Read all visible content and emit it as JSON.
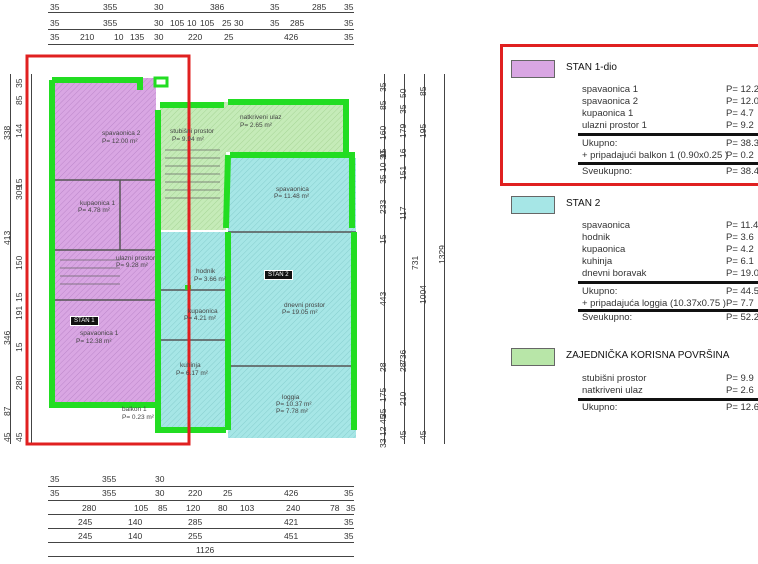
{
  "top_dims": {
    "row1": [
      "35",
      "355",
      "30",
      "386",
      "35",
      "285",
      "35"
    ],
    "row2": [
      "35",
      "355",
      "30",
      "105",
      "10",
      "105",
      "25",
      "30",
      "35",
      "285",
      "35"
    ],
    "row3": [
      "35",
      "210",
      "10",
      "135",
      "30",
      "220",
      "25",
      "426",
      "35"
    ]
  },
  "bottom_dims": {
    "row1": [
      "35",
      "355",
      "30"
    ],
    "row2": [
      "35",
      "355",
      "30",
      "220",
      "25",
      "426",
      "35"
    ],
    "row3": [
      "280",
      "105",
      "85",
      "120",
      "80",
      "103",
      "240",
      "78",
      "35"
    ],
    "row4": [
      "245",
      "140",
      "285",
      "421",
      "35"
    ],
    "row5": [
      "245",
      "140",
      "255",
      "451",
      "35"
    ],
    "total": "1126"
  },
  "left_dims": [
    "35",
    "85",
    "338",
    "144",
    "15",
    "309",
    "413",
    "150",
    "15",
    "191",
    "346",
    "15",
    "280",
    "87",
    "45",
    "45"
  ],
  "right_dims_a": [
    "35",
    "85",
    "160",
    "15",
    "10",
    "30",
    "35",
    "233",
    "15",
    "443",
    "28",
    "175",
    "45",
    "12",
    "33",
    "35"
  ],
  "right_dims_b": [
    "50",
    "35",
    "179",
    "16",
    "151",
    "117",
    "731",
    "28",
    "210",
    "45"
  ],
  "right_dims_c": [
    "85",
    "195",
    "1004",
    "736",
    "45"
  ],
  "right_total": "1329",
  "rooms": {
    "spavaonica2": {
      "name": "spavaonica 2",
      "area": "P= 12.00 m²"
    },
    "kupaonica1": {
      "name": "kupaonica 1",
      "area": "P= 4.78 m²"
    },
    "ulazni": {
      "name": "ulazni prostor",
      "area": "P= 9.28 m²"
    },
    "spavaonica1": {
      "name": "spavaonica 1",
      "area": "P= 12.38 m²"
    },
    "balkon": {
      "name": "balkon 1",
      "area": "P= 0.23 m²"
    },
    "stubisni": {
      "name": "stubišni prostor",
      "area": "P= 9.94 m²"
    },
    "natkriveni": {
      "name": "natkriveni ulaz",
      "area": "P= 2.65 m²"
    },
    "spavaonica": {
      "name": "spavaonica",
      "area": "P= 11.48 m²"
    },
    "hodnik": {
      "name": "hodnik",
      "area": "P= 3.66 m²"
    },
    "kupaonica": {
      "name": "kupaonica",
      "area": "P= 4.21 m²"
    },
    "dnevni": {
      "name": "dnevni prostor",
      "area": "P= 19.05 m²"
    },
    "kuhinja": {
      "name": "kuhinja",
      "area": "P= 6.17 m²"
    },
    "loggia": {
      "name": "loggia",
      "area": "P= 10.37 m²",
      "area2": "P= 7.78 m²"
    }
  },
  "tags": {
    "stan1": "STAN 1",
    "stan2": "STAN 2"
  },
  "legend": {
    "stan1": {
      "title": "STAN 1-dio",
      "color": "#d9a6e3",
      "rows": [
        {
          "label": "spavaonica 1",
          "value": "P= 12.2"
        },
        {
          "label": "spavaonica 2",
          "value": "P= 12.0"
        },
        {
          "label": "kupaonica 1",
          "value": "P=  4.7"
        },
        {
          "label": "ulazni prostor 1",
          "value": "P=  9.2"
        }
      ],
      "ukupno": {
        "label": "Ukupno:",
        "value": "P= 38.3"
      },
      "balkon": {
        "label": "+ pripadajući balkon 1  (0.90x0.25 )",
        "value": "P=  0.2"
      },
      "sveukupno": {
        "label": "Sveukupno:",
        "value": "P= 38.4"
      }
    },
    "stan2": {
      "title": "STAN 2",
      "color": "#a6e6e6",
      "rows": [
        {
          "label": "spavaonica",
          "value": "P= 11.4"
        },
        {
          "label": "hodnik",
          "value": "P=  3.6"
        },
        {
          "label": "kupaonica",
          "value": "P=  4.2"
        },
        {
          "label": "kuhinja",
          "value": "P=  6.1"
        },
        {
          "label": "dnevni boravak",
          "value": "P= 19.0"
        }
      ],
      "ukupno": {
        "label": "Ukupno:",
        "value": "P= 44.5"
      },
      "loggia": {
        "label": "+ pripadajuća loggia  (10.37x0.75 )",
        "value": "P=  7.7"
      },
      "sveukupno": {
        "label": "Sveukupno:",
        "value": "P= 52.2"
      }
    },
    "zajednicka": {
      "title": "ZAJEDNIČKA KORISNA POVRŠINA",
      "color": "#b8e6a8",
      "rows": [
        {
          "label": "stubišni prostor",
          "value": "P=  9.9"
        },
        {
          "label": "natkriveni ulaz",
          "value": "P=  2.6"
        }
      ],
      "ukupno": {
        "label": "Ukupno:",
        "value": "P= 12.6"
      }
    }
  }
}
